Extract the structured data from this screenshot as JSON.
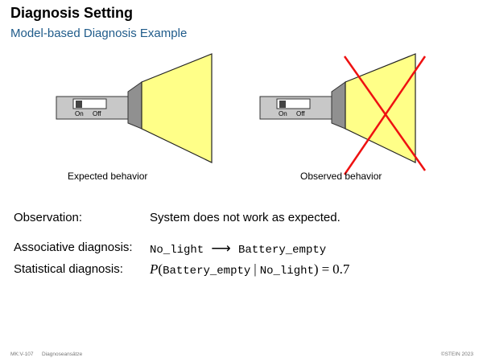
{
  "header": {
    "title": "Diagnosis Setting",
    "subtitle": "Model-based Diagnosis Example"
  },
  "colors": {
    "beam": "#ffff88",
    "cross": "#ee1111",
    "subtitle": "#1f5b8a"
  },
  "figures": [
    {
      "caption": "Expected behavior",
      "switch_on": "On",
      "switch_off": "Off",
      "crossed_out": false
    },
    {
      "caption": "Observed behavior",
      "switch_on": "On",
      "switch_off": "Off",
      "crossed_out": true
    }
  ],
  "observation": {
    "label": "Observation:",
    "value": "System does not work as expected."
  },
  "associative": {
    "label": "Associative diagnosis:",
    "lhs": "No_light",
    "arrow": "⟶",
    "rhs": "Battery_empty"
  },
  "statistical": {
    "label": "Statistical diagnosis:",
    "p": "P",
    "event": "Battery_empty",
    "given": "No_light",
    "value": "0.7"
  },
  "footer": {
    "page": "MK:V-107",
    "section": "Diagnoseansätze",
    "copyright": "©STEIN 2023"
  }
}
